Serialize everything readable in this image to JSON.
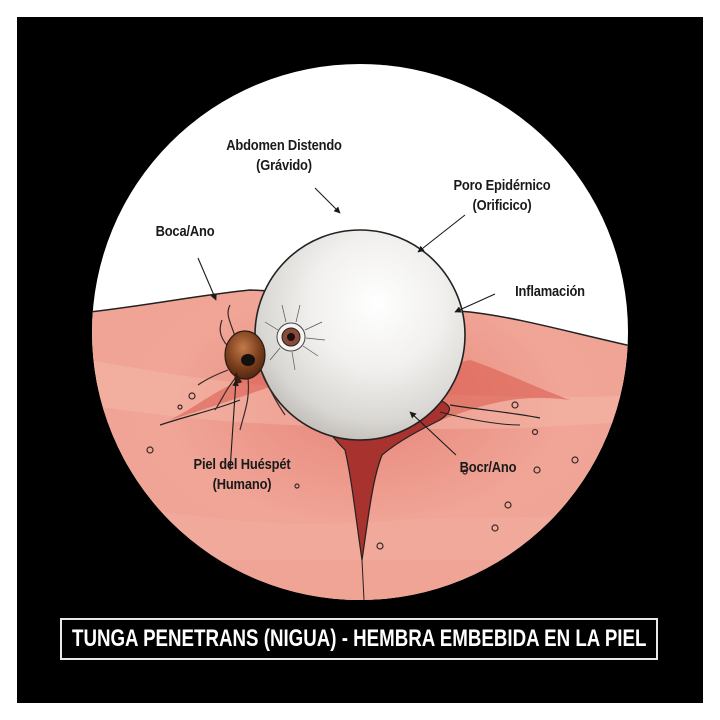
{
  "figure": {
    "title": "TUNGA PENETRANS (NIGUA) - HEMBRA EMBEBIDA EN LA PIEL",
    "colors": {
      "background": "#000000",
      "outer_margin": "#ffffff",
      "circle_fill": "#ffffff",
      "skin": "#eea293",
      "skin_light": "#f6c5b6",
      "wound": "#a8322e",
      "abdomen": "#ececea",
      "flea_body": "#7a3e1c",
      "title_text": "#ffffff",
      "label_text": "#1a1a1a"
    }
  },
  "labels": [
    {
      "id": "abdomen",
      "line1": "Abdomen Distendo",
      "line2": "(Grávido)"
    },
    {
      "id": "poro",
      "line1": "Poro Epidérnico",
      "line2": "(Orificico)"
    },
    {
      "id": "boca-ano-top",
      "line1": "Boca/Ano"
    },
    {
      "id": "inflamacion",
      "line1": "Inflamación"
    },
    {
      "id": "piel",
      "line1": "Piel del Huéspét",
      "line2": "(Humano)"
    },
    {
      "id": "boca-ano-bottom",
      "line1": "Bocr/Ano"
    }
  ]
}
